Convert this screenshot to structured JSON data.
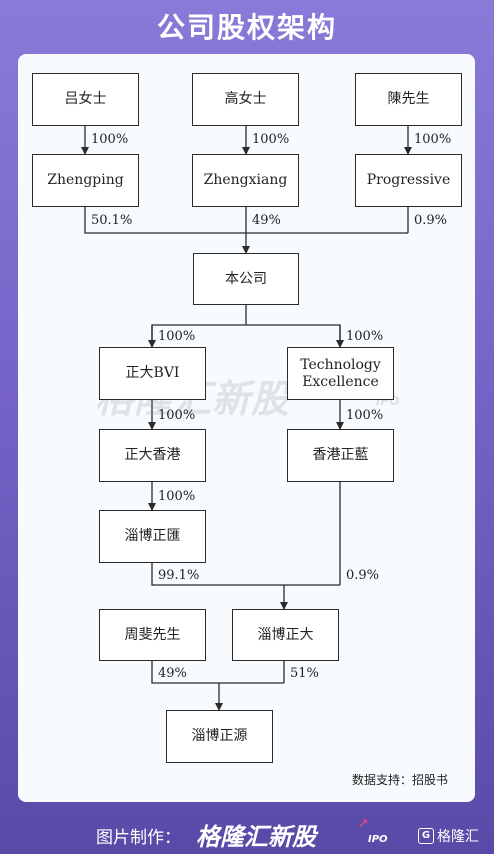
{
  "header": {
    "title": "公司股权架构"
  },
  "nodes": {
    "lu": "吕女士",
    "gao": "高女士",
    "chen": "陳先生",
    "zhengping": "Zhengping",
    "zhengxiang": "Zhengxiang",
    "progressive": "Progressive",
    "company": "本公司",
    "zhengda_bvi": "正大BVI",
    "tech_line1": "Technology",
    "tech_line2": "Excellence",
    "zhengda_hk": "正大香港",
    "hk_zhenglan": "香港正藍",
    "zibo_zhenghui": "淄博正匯",
    "zhou": "周斐先生",
    "zibo_zhengda": "淄博正大",
    "zibo_zhengyuan": "淄博正源"
  },
  "percentages": {
    "lu_zhengping": "100%",
    "gao_zhengxiang": "100%",
    "chen_progressive": "100%",
    "zhengping_company": "50.1%",
    "zhengxiang_company": "49%",
    "progressive_company": "0.9%",
    "company_bvi": "100%",
    "company_tech": "100%",
    "bvi_hk": "100%",
    "tech_hklan": "100%",
    "hk_zhenghui": "100%",
    "zhenghui_zhengda": "99.1%",
    "hklan_zhengda": "0.9%",
    "zhou_zhengyuan": "49%",
    "zhengda_zhengyuan": "51%"
  },
  "watermark": {
    "text": "格隆汇新股",
    "sub": "IPO"
  },
  "source_note": "数据支持：招股书",
  "footer": {
    "label": "图片制作：",
    "brand": "格隆汇新股",
    "ipo": "IPO",
    "logo_mark": "G",
    "logo_text": "格隆汇"
  }
}
